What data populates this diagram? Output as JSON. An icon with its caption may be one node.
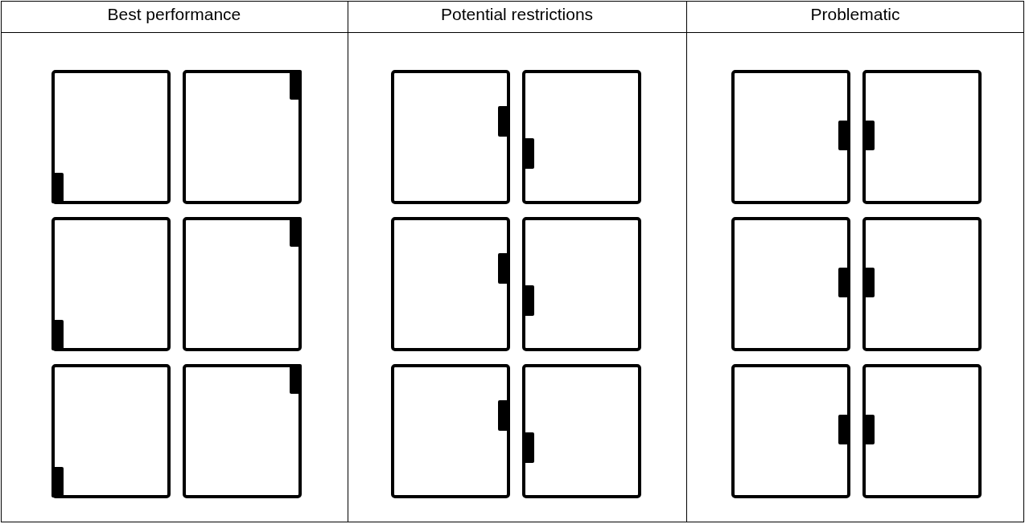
{
  "diagram": {
    "labels": [
      "Best performance",
      "Potential restrictions",
      "Problematic"
    ]
  }
}
